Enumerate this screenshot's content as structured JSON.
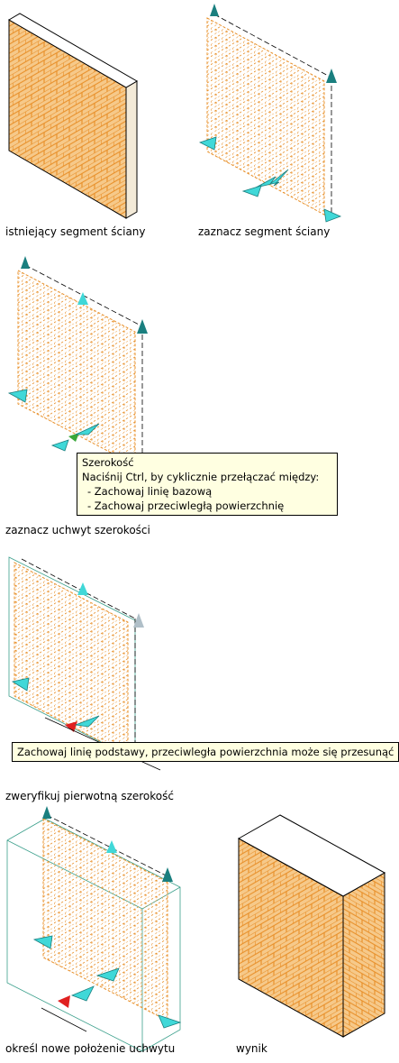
{
  "colors": {
    "brick": "#e8902a",
    "brick_face": "#f6c98a",
    "edge": "#000000",
    "grip": "#40d8d8",
    "grip_dark": "#1a7f7f",
    "active_grip": "#e02020",
    "hover_grip": "#3aa83a",
    "tooltip_bg": "#ffffe1",
    "bbox_line": "#3ca08c"
  },
  "captions": {
    "existing": "istniejący segment ściany",
    "select": "zaznacz segment ściany",
    "select_grip": "zaznacz uchwyt szerokości",
    "verify": "zweryfikuj pierwotną szerokość",
    "new_pos": "określ nowe położenie uchwytu",
    "result": "wynik"
  },
  "tooltip1": {
    "title": "Szerokość",
    "line1": "Naciśnij Ctrl, by cyklicznie przełączać między:",
    "line2": "- Zachowaj linię bazową",
    "line3": "- Zachowaj przeciwległą powierzchnię"
  },
  "tooltip2": {
    "text": "Zachowaj linię podstawy, przeciwległa powierzchnia może się przesunąć"
  }
}
